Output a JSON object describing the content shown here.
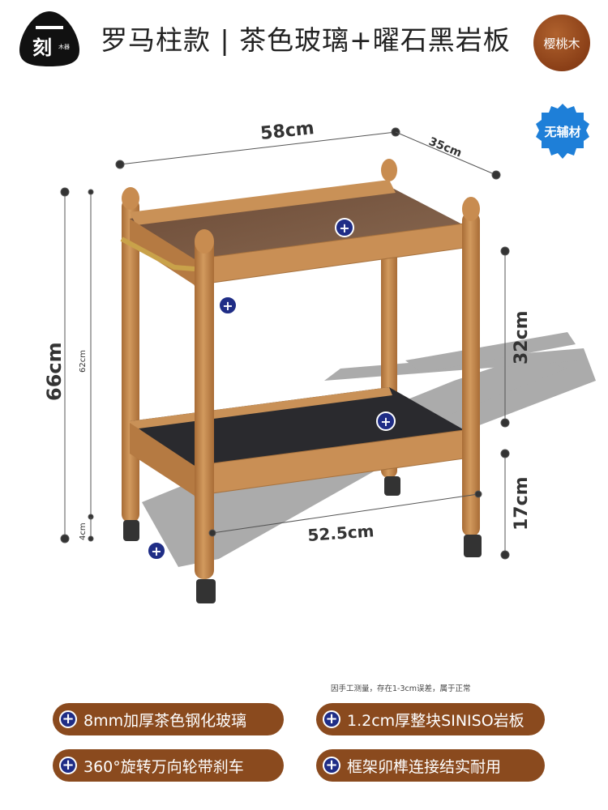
{
  "brand": {
    "logo_main": "刻",
    "logo_sub": "木器"
  },
  "header": {
    "title": "罗马柱款 | 茶色玻璃+曜石黑岩板"
  },
  "badges": {
    "wood": "樱桃木",
    "aux": "无辅材"
  },
  "dimensions": {
    "width": "58cm",
    "depth": "35cm",
    "height": "66cm",
    "inner_height": "62cm",
    "foot": "4cm",
    "shelf_gap": "32cm",
    "lower": "17cm",
    "bottom_length": "52.5cm"
  },
  "note": "因手工测量，存在1-3cm误差，属于正常",
  "features": [
    {
      "icon": "plus-icon",
      "label": "8mm加厚茶色钢化玻璃"
    },
    {
      "icon": "plus-icon",
      "label": "1.2cm厚整块SINISO岩板"
    },
    {
      "icon": "plus-icon",
      "label": "360°旋转万向轮带刹车"
    },
    {
      "icon": "plus-icon",
      "label": "框架卯榫连接结实耐用"
    }
  ],
  "colors": {
    "wood": "#c4894f",
    "pill": "#8a4a1e",
    "plus": "#1f2d86",
    "glass": "#7a5a44",
    "slate": "#2a2a2e"
  }
}
